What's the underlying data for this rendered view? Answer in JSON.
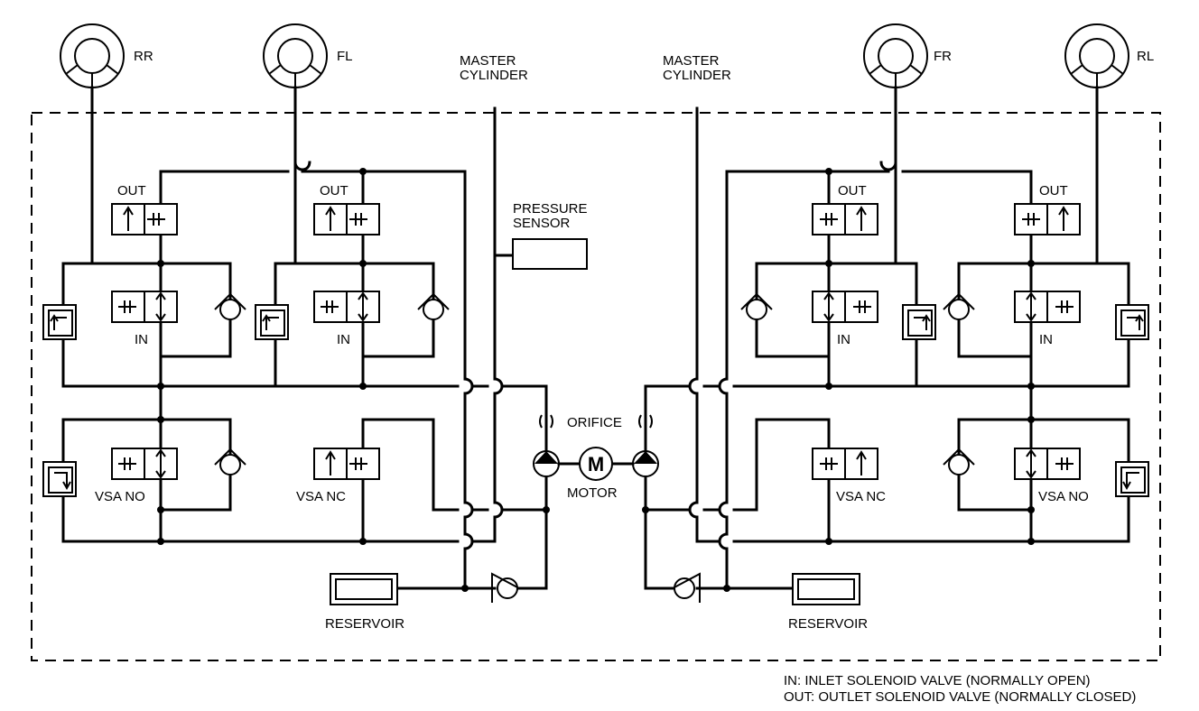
{
  "wheels": {
    "rr": "RR",
    "fl": "FL",
    "fr": "FR",
    "rl": "RL"
  },
  "master_cylinder": {
    "left_line1": "MASTER",
    "left_line2": "CYLINDER",
    "right_line1": "MASTER",
    "right_line2": "CYLINDER"
  },
  "pressure_sensor": {
    "line1": "PRESSURE",
    "line2": "SENSOR"
  },
  "valves": {
    "out_label": "OUT",
    "in_label": "IN",
    "vsa_no": "VSA NO",
    "vsa_nc": "VSA NC"
  },
  "orifice": "ORIFICE",
  "motor": {
    "symbol": "M",
    "label": "MOTOR"
  },
  "reservoir": {
    "left": "RESERVOIR",
    "right": "RESERVOIR"
  },
  "legend": {
    "in_note": "IN: INLET SOLENOID VALVE (NORMALLY OPEN)",
    "out_note": "OUT: OUTLET SOLENOID VALVE (NORMALLY CLOSED)"
  }
}
